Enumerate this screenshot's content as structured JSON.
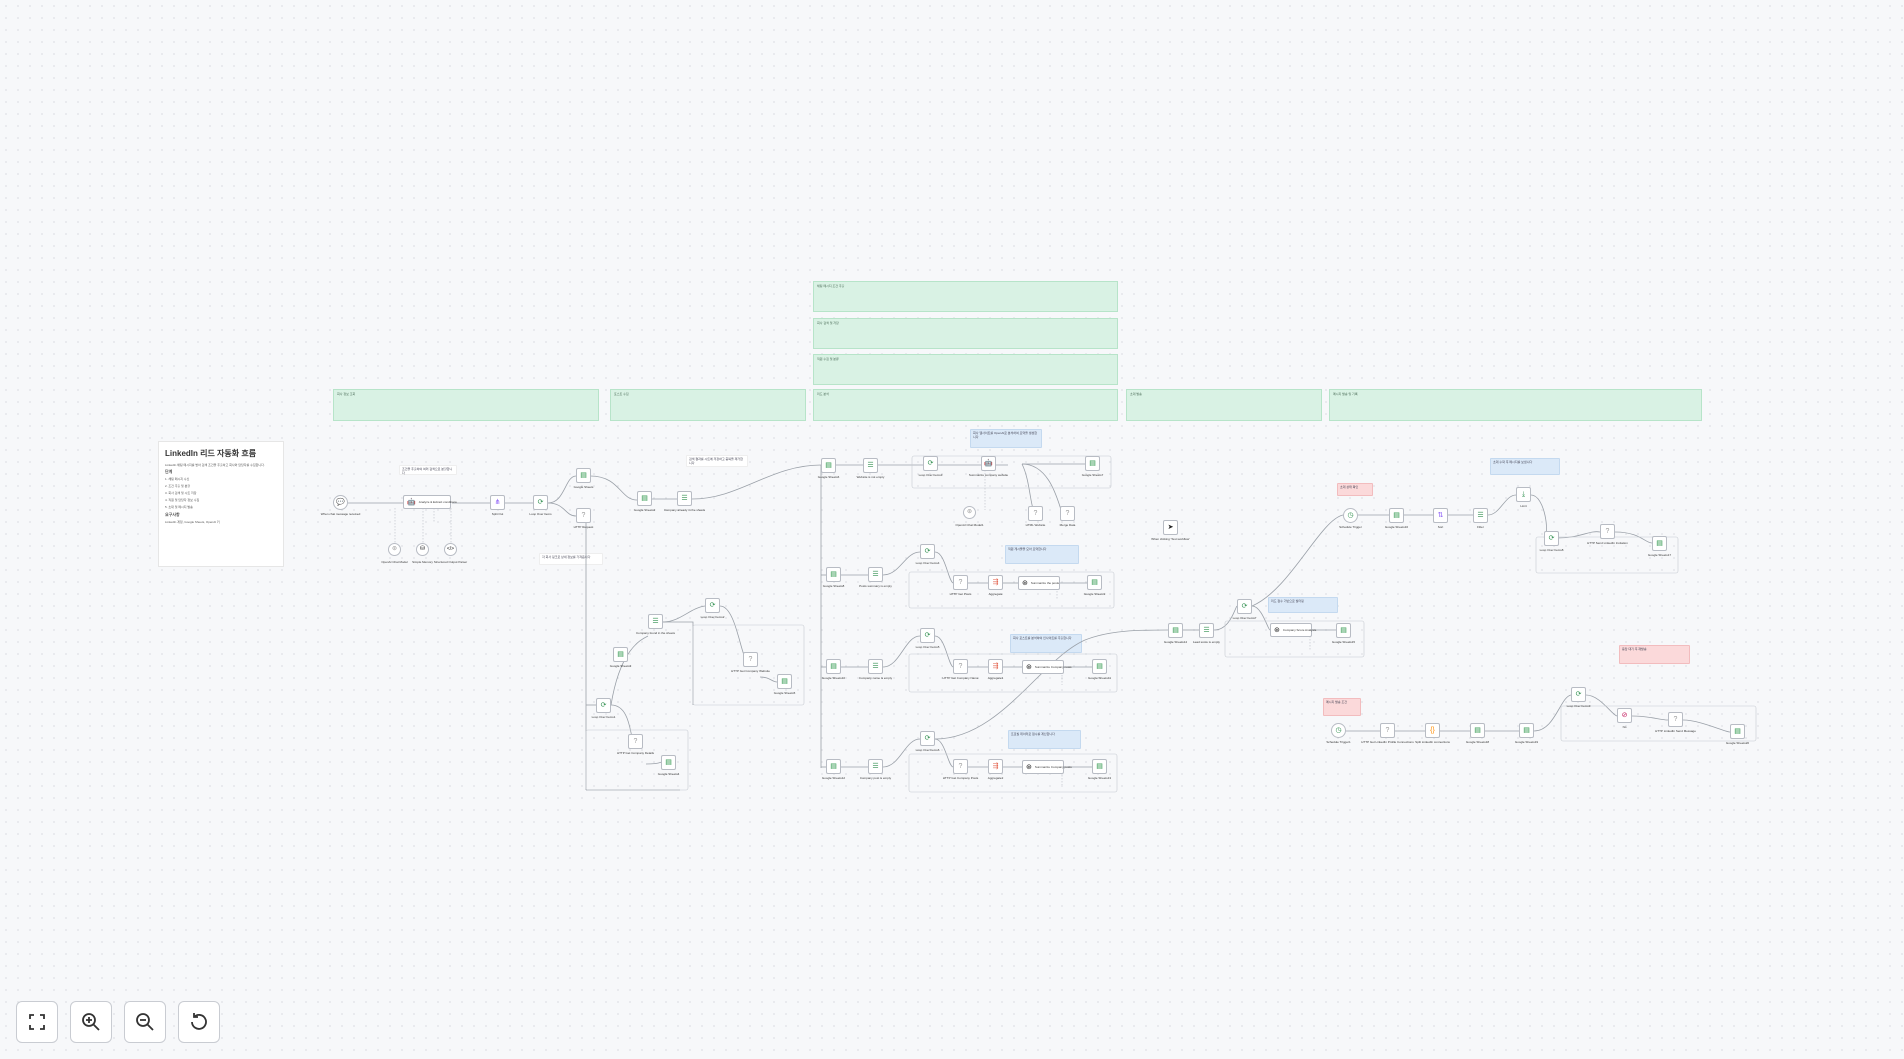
{
  "description_note": {
    "title": "LinkedIn 리드 자동화 흐름",
    "lines": [
      "LinkedIn 채팅 메시지를 받아 검색 조건을 추출하고 회사와 담당자를 수집합니다.",
      "단계",
      "1. 채팅 메시지 수신",
      "2. 조건 추출 및 분할",
      "3. 회사 검색 및 시트 저장",
      "4. 직원 및 담당자 정보 수집",
      "5. 초대 및 메시지 발송",
      "요구사항",
      "LinkedIn 계정, Google Sheets, OpenAI 키"
    ]
  },
  "sticky_notes": [
    {
      "text": "채팅 메시지 조건 추출"
    },
    {
      "text": "회사 검색 및 저장"
    },
    {
      "text": "직원 수집 및 분류"
    },
    {
      "text": "회사 정보 조회"
    },
    {
      "text": "포스트 수집"
    },
    {
      "text": "리드 분석"
    },
    {
      "text": "초대 발송"
    },
    {
      "text": "메시지 발송 및 기록"
    }
  ],
  "tips": [
    {
      "text": "조건을 추출하여 여러 검색으로 분할합니다",
      "style": "white"
    },
    {
      "text": "검색 결과를 시트에 저장하고 중복을 제거합니다",
      "style": "white"
    },
    {
      "text": "각 회사 링크로 상세 정보를 가져옵니다",
      "style": "white"
    },
    {
      "text": "회사 웹사이트를 OpenAI로 분석하여 요약을 생성합니다",
      "style": "blue"
    },
    {
      "text": "직원 게시물을 모아 요약합니다",
      "style": "blue"
    },
    {
      "text": "회사 포스트를 분석하여 인사이트를 추출합니다",
      "style": "blue"
    },
    {
      "text": "프로필 데이터로 점수를 계산합니다",
      "style": "blue"
    },
    {
      "text": "리드 점수 기반으로 필터링",
      "style": "blue"
    },
    {
      "text": "초대 상태 확인",
      "style": "red"
    },
    {
      "text": "메시지 발송 조건",
      "style": "red"
    },
    {
      "text": "응답 대기 후 재발송",
      "style": "red"
    },
    {
      "text": "초대 수락 후 메시지를 보냅니다",
      "style": "blue"
    }
  ],
  "nodes": {
    "chat_trigger": "When chat message received",
    "agent": "Analyze & Extract conditions",
    "model": "OpenAI Chat Model",
    "memory": "Simple Memory",
    "parser": "Structured Output Parser",
    "split": "Split Out",
    "loop1": "Loop Over Items",
    "sheets1": "Google Sheets",
    "http1": "HTTP Request",
    "sheets2": "Google Sheets2",
    "filter1": "Company already in the sheets",
    "sheets3": "Google Sheets3",
    "filter2": "Company found in the sheets",
    "loop2": "Loop Over Items1",
    "http2": "HTTP Get Company Details",
    "sheets4": "Google Sheets4",
    "loop3": "Loop Over Items2",
    "http3": "HTTP Get Company Website",
    "sheets5": "Google Sheets5",
    "sheets6": "Google Sheets6",
    "filter3": "Website is not empty",
    "loop4": "Loop Over Items3",
    "analyze_site": "Summarize company website",
    "openai_model2": "OpenAI Chat Model1",
    "html1": "HTML Website",
    "code1": "Merge Data",
    "sheets7": "Google Sheets7",
    "sheets8": "Google Sheets8",
    "filter4": "Posts summary is empty",
    "loop5": "Loop Over Items4",
    "http4": "HTTP Get Posts",
    "agg1": "Aggregate",
    "summ1": "Summarize the posts",
    "sheets9": "Google Sheets9",
    "sheets10": "Google Sheets10",
    "filter5": "Company name is empty",
    "loop6": "Loop Over Items5",
    "http5": "HTTP Get Company Name",
    "agg2": "Aggregate1",
    "summ2": "Summarize Company news",
    "sheets11": "Google Sheets11",
    "sheets12": "Google Sheets12",
    "filter6": "Company post is empty",
    "loop7": "Loop Over Items6",
    "http6": "HTTP Get Company Posts",
    "agg3": "Aggregate2",
    "summ3": "Summarize Company posts",
    "sheets13": "Google Sheets13",
    "manual": "When clicking 'Test workflow'",
    "sheets14": "Google Sheets14",
    "filter7": "Lead score is empty",
    "loop8": "Loop Over Items7",
    "score": "Company Score Analysis",
    "sheets15": "Google Sheets15",
    "sched1": "Schedule Trigger",
    "sheets16": "Google Sheets16",
    "sort": "Sort",
    "filter8": "Filter",
    "limit": "Limit",
    "loop9": "Loop Over Items8",
    "http7": "HTTP Send LinkedIn Invitation",
    "sheets17": "Google Sheets17",
    "sched2": "Schedule Trigger1",
    "http8": "HTTP Get LinkedIn Profile Connections",
    "code2": "Split LinkedIn connections",
    "sheets18": "Google Sheets18",
    "sheets19": "Google Sheets19",
    "loop10": "Loop Over Items9",
    "stop": "No",
    "http9": "HTTP LinkedIn Send Message",
    "sheets20": "Google Sheets20"
  },
  "toolbar": {
    "fit": "fit-view",
    "zoom_in": "zoom-in",
    "zoom_out": "zoom-out",
    "reset": "reset-zoom"
  }
}
